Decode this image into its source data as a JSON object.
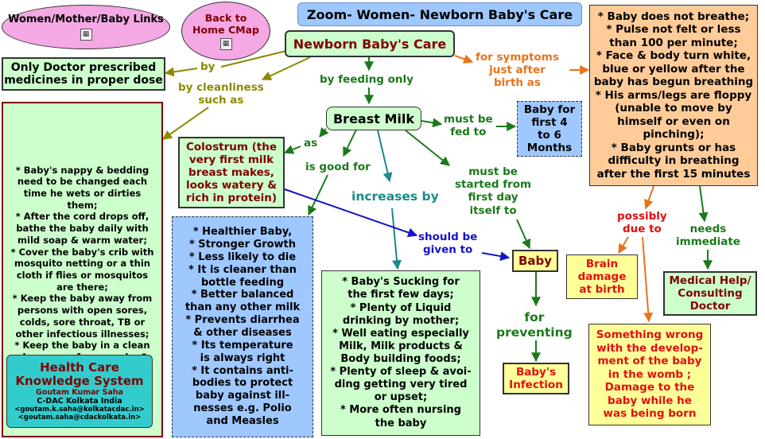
{
  "zoom_title": "Zoom-  Women- Newborn Baby's Care",
  "links_button": "Women/Mother/Baby Links",
  "back_button": "Back to\nHome CMap",
  "root": "Newborn Baby's Care",
  "doctor_medicines": "Only Doctor prescribed\nmedicines in proper dose",
  "cleanliness_list": "* Baby's nappy & bedding\nneed to be changed each\ntime he wets or dirties\nthem;\n*  After the cord drops off,\nbathe the baby daily with\nmild soap & warm water;\n*  Cover the baby's crib with\nmosquito netting or a thin\ncloth if flies or mosquitos\nare there;\n* Keep the baby away from\npersons with open sores,\ncolds, sore throat, TB or\nother infectious illnesses;\n* Keep the baby in a clean\nplace away from smoke &\ndust",
  "breast_milk": "Breast Milk",
  "baby_for": "Baby for\nfirst 4\nto 6\nMonths",
  "colostrum": "Colostrum (the\nvery first milk\nbreast makes,\nlooks watery &\nrich in protein)",
  "benefits_list": "* Healthier Baby,\n* Stronger Growth\n* Less likely to die\n* It is cleaner than\nbottle feeding\n*  Better balanced\nthan any other milk\n* Prevents diarrhea\n& other diseases\n* Its temperature\nis always right\n* It contains anti-\nbodies to protect\nbaby against ill-\nnesses e.g. Polio\nand   Measles",
  "increase_list": "* Baby's Sucking for\nthe first few days;\n* Plenty of Liquid\ndrinking by mother;\n* Well eating especially\nMilk, Milk products &\nBody building foods;\n* Plenty of sleep & avoi-\nding getting very tired\nor upset;\n* More often nursing\nthe baby",
  "baby": "Baby",
  "infection": "Baby's\nInfection",
  "symptoms_list": "* Baby does not breathe;\n* Pulse not felt or less\nthan 100 per minute;\n* Face & body turn white,\nblue or yellow after the\nbaby has begun breathing\n* His arms/legs are floppy\n(unable to move by\nhimself or even on\npinching);\n* Baby grunts or has\ndifficulty in breathing\nafter the first 15 minutes",
  "brain_damage": "Brain\ndamage\nat birth",
  "medical_help": "Medical Help/\nConsulting\nDoctor",
  "something_wrong": "Something wrong\nwith the develop-\nment of the baby\nin the womb ;\nDamage to the\nbaby while he\nwas being born",
  "hcks": {
    "title": "Health Care\nKnowledge System",
    "author": "Goutam Kumar Saha",
    "org": "C-DAC Kolkata India",
    "email1": "<goutam.k.saha@kolkatacdac.in>",
    "email2": "<goutam.saha@cdackolkata.in>"
  },
  "labels": {
    "by": "by",
    "by_cleanliness": "by cleanliness\nsuch as",
    "by_feeding": "by feeding only",
    "for_symptoms": "for symptoms\njust after\nbirth as",
    "must_be_fed": "must be\nfed to",
    "as": "as",
    "is_good_for": "is good for",
    "increases_by": "increases by",
    "must_be_started": "must be\nstarted from\nfirst day\nitself to",
    "should_be_given": "should be\ngiven to",
    "for_preventing": "for\npreventing",
    "possibly_due_to": "possibly\ndue to",
    "needs_immediate": "needs\nimmediate"
  },
  "colors": {
    "olive": "#8b8b00",
    "green": "#1a7a1a",
    "teal": "#1a8a8a",
    "orange": "#e8731c",
    "blue": "#1414c8",
    "maroon": "#800000",
    "red": "#e01010"
  }
}
